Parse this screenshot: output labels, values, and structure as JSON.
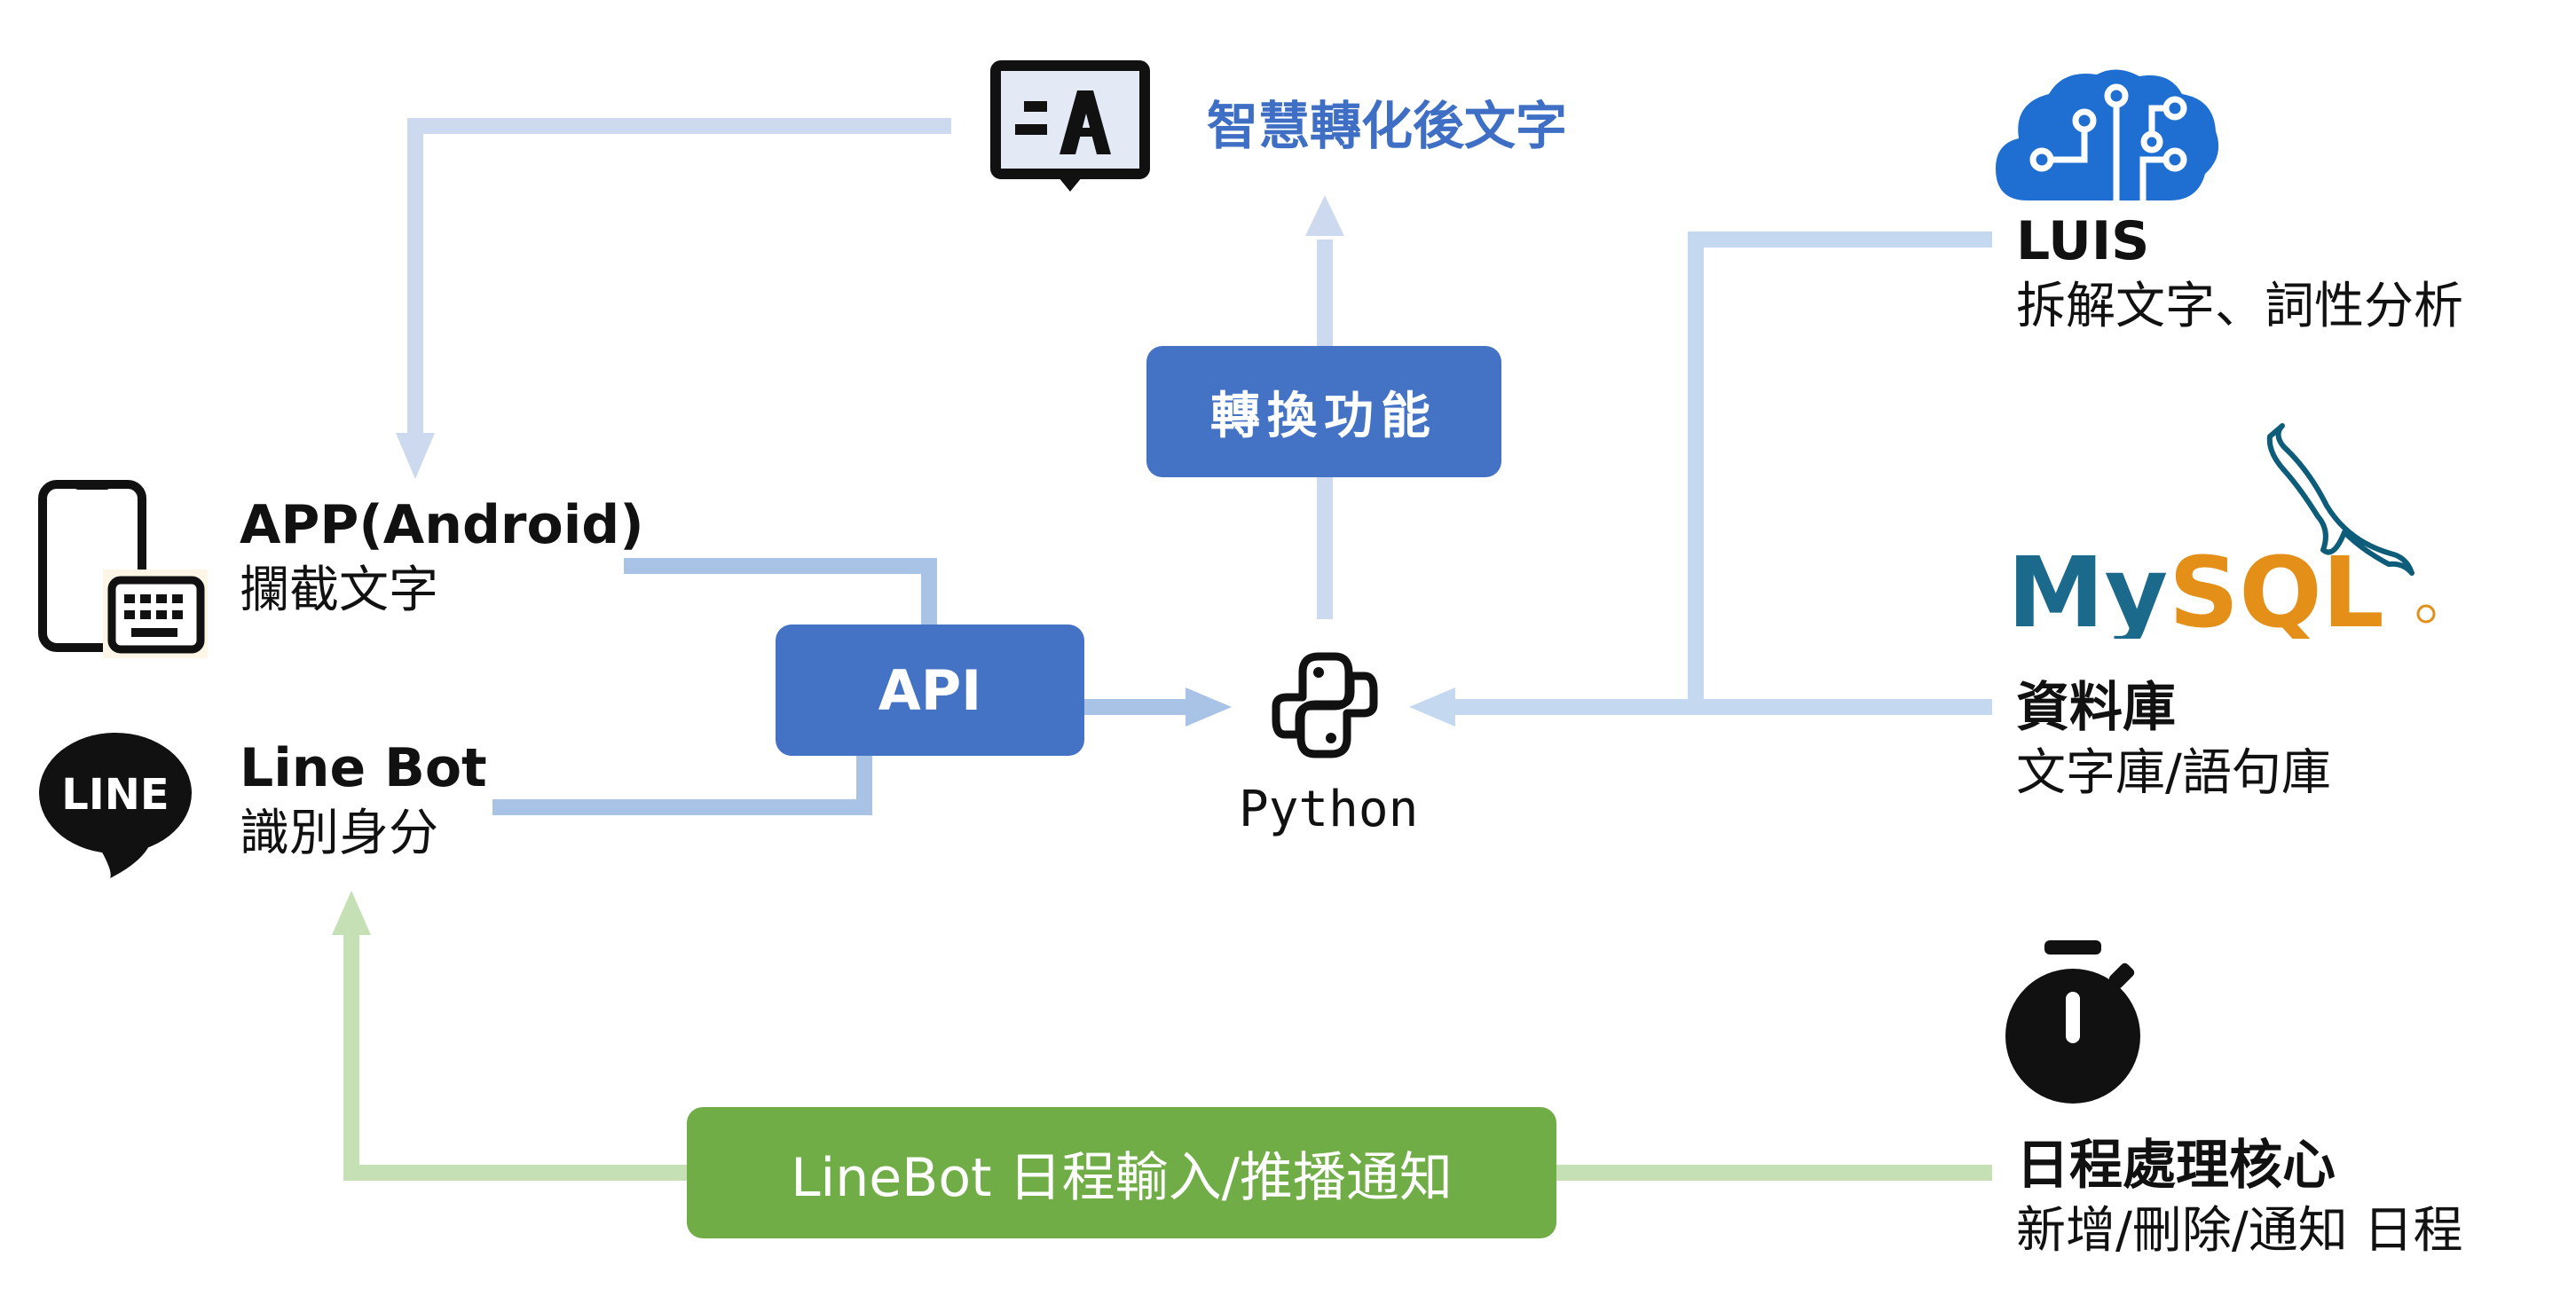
{
  "colors": {
    "blue_btn": "#4472c4",
    "green_btn": "#70ad47",
    "line_light_blue": "#cdd9ee",
    "line_mid_blue": "#a9c3e6",
    "line_green": "#c5e0b4",
    "accent_text_blue": "#3f6fc4"
  },
  "top": {
    "text": "智慧轉化後文字",
    "icon": "translate-text-icon"
  },
  "buttons": {
    "convert": "轉換功能",
    "api": "API",
    "linebot": "LineBot 日程輸入/推播通知"
  },
  "app": {
    "title": "APP(Android)",
    "subtitle": "攔截文字",
    "icon": "phone-keyboard-icon"
  },
  "linebot": {
    "title": "Line Bot",
    "subtitle": "識別身分",
    "logo_text": "LINE"
  },
  "python": {
    "label": "Python",
    "icon": "python-icon"
  },
  "luis": {
    "title": "LUIS",
    "subtitle": "拆解文字、詞性分析",
    "icon": "brain-circuit-icon"
  },
  "mysql": {
    "logo_my": "My",
    "logo_sql": "SQL",
    "title": "資料庫",
    "subtitle": "文字庫/語句庫"
  },
  "scheduler": {
    "title": "日程處理核心",
    "subtitle": "新增/刪除/通知 日程",
    "icon": "stopwatch-icon"
  }
}
